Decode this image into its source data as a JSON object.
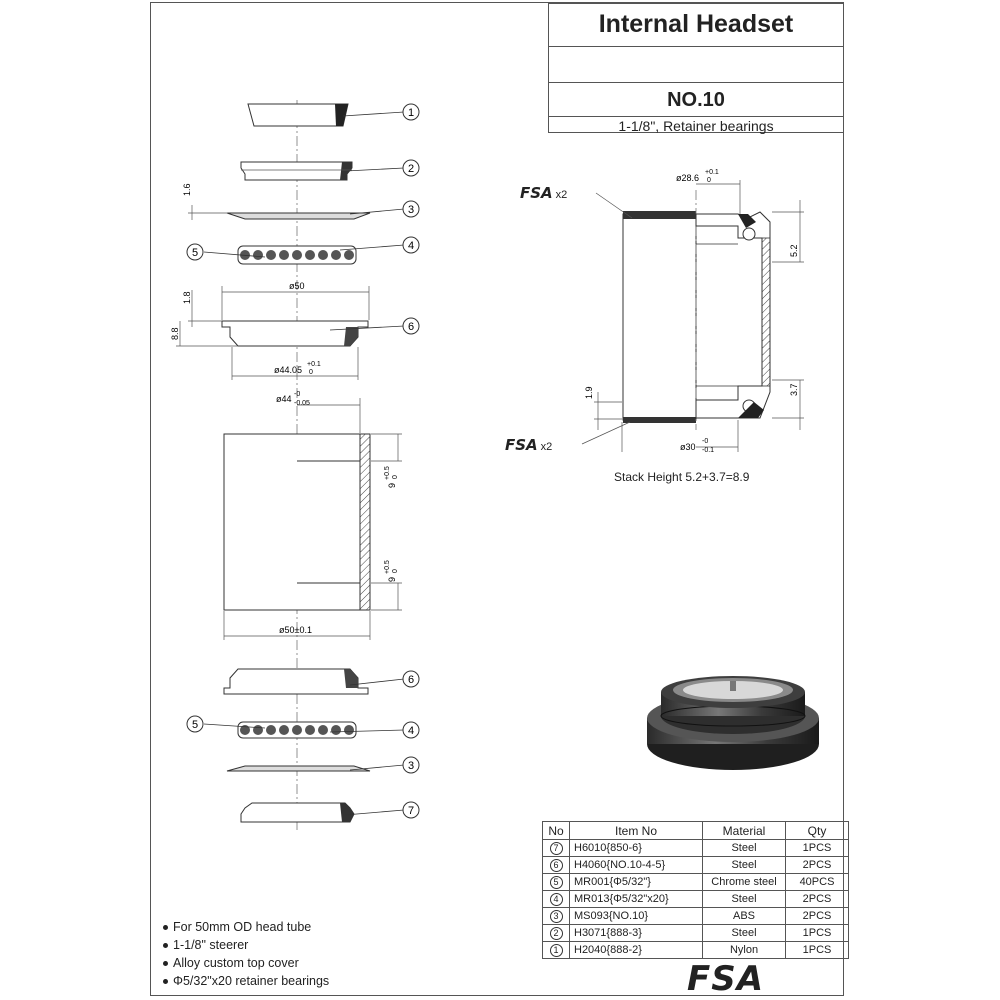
{
  "title": {
    "main": "Internal Headset",
    "model": "NO.10",
    "subtitle": "1-1/8\", Retainer bearings"
  },
  "callouts": {
    "c1": "1",
    "c2": "2",
    "c3": "3",
    "c4": "4",
    "c5": "5",
    "c6": "6",
    "c7": "7"
  },
  "dims": {
    "d16": "1.6",
    "d18": "1.8",
    "d88": "8.8",
    "phi50": "ø50",
    "phi4405": "ø44.05",
    "phi4405_tol_up": "+0.1",
    "phi4405_tol_lo": "0",
    "phi44": "ø44",
    "phi44_tol_up": "-0",
    "phi44_tol_lo": "-0.05",
    "depth9a": "9",
    "depth9a_tol_up": "+0.5",
    "depth9a_tol_lo": "0",
    "depth9b": "9",
    "depth9b_tol_up": "+0.5",
    "depth9b_tol_lo": "0",
    "phi50pm": "ø50±0.1",
    "phi286": "ø28.6",
    "phi286_tol_up": "+0.1",
    "phi286_tol_lo": "0",
    "d52": "5.2",
    "d19": "1.9",
    "d37": "3.7",
    "phi30": "ø30",
    "phi30_tol_up": "-0",
    "phi30_tol_lo": "-0.1"
  },
  "logos": {
    "fsa": "FSA",
    "x2": "x2"
  },
  "stack_height": "Stack Height  5.2+3.7=8.9",
  "features": [
    "For 50mm OD head tube",
    "1-1/8\" steerer",
    "Alloy custom top cover",
    "Φ5/32\"x20 retainer bearings"
  ],
  "bom": {
    "headers": [
      "No",
      "Item No",
      "Material",
      "Qty"
    ],
    "rows": [
      {
        "no": "7",
        "item": "H6010{850-6}",
        "material": "Steel",
        "qty": "1PCS"
      },
      {
        "no": "6",
        "item": "H4060{NO.10-4-5}",
        "material": "Steel",
        "qty": "2PCS"
      },
      {
        "no": "5",
        "item": "MR001{Φ5/32\"}",
        "material": "Chrome steel",
        "qty": "40PCS"
      },
      {
        "no": "4",
        "item": "MR013{Φ5/32\"x20}",
        "material": "Steel",
        "qty": "2PCS"
      },
      {
        "no": "3",
        "item": "MS093{NO.10}",
        "material": "ABS",
        "qty": "2PCS"
      },
      {
        "no": "2",
        "item": "H3071{888-3}",
        "material": "Steel",
        "qty": "1PCS"
      },
      {
        "no": "1",
        "item": "H2040{888-2}",
        "material": "Nylon",
        "qty": "1PCS"
      }
    ]
  },
  "colors": {
    "line": "#333333",
    "metal_dark": "#2a2a2a",
    "metal_mid": "#6b6b6b",
    "metal_light": "#b5b5b5"
  }
}
